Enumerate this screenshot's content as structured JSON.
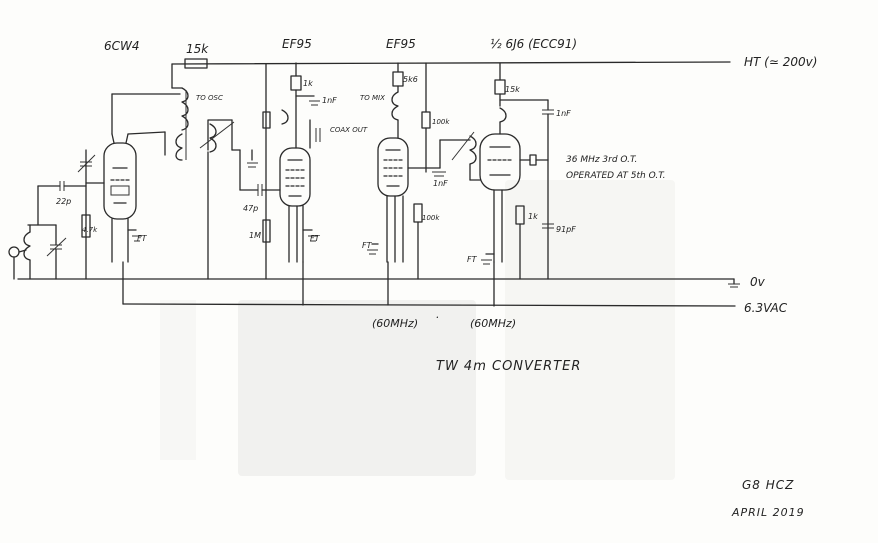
{
  "title": "TW 4m CONVERTER",
  "author": "G8 HCZ",
  "date": "APRIL 2019",
  "rails": {
    "ht": "HT (≃ 200v)",
    "zero": "0v",
    "heater": "6.3VAC"
  },
  "valves": {
    "v1": "6CW4",
    "v2": "EF95",
    "v3": "EF95",
    "v4": "½ 6J6 (ECC91)"
  },
  "components": {
    "r_ht": "15k",
    "r_v2_anode": "1k",
    "c_v2_anode": "1nF",
    "coax_out": "COAX OUT",
    "to_ose": "TO OSC",
    "c_v2_grid": "47p",
    "r_v2_grid": "1M",
    "c_v2_cath": "FT",
    "c_v1_grid": "22p",
    "r_v1_grid": "4.7k",
    "c_v1_cath": "FT",
    "to_mix": "TO MIX",
    "r_v3_anode": "5k6",
    "r_v3_screen": "100k",
    "c_v3_screen": "1nF",
    "r_v3_cath": "100k",
    "c_v3_cath": "FT",
    "r_v4_anode": "15k",
    "c_v4_anode": "1nF",
    "crystal_note": "36 MHz 3rd O.T.",
    "operated_note": "OPERATED AT 5th O.T.",
    "r_v4_cath": "1k",
    "c_v4_dec": "91pF",
    "c_v4_cath": "FT",
    "mhz_left": "(60MHz)",
    "mhz_right": "(60MHz)",
    "dot": "."
  }
}
